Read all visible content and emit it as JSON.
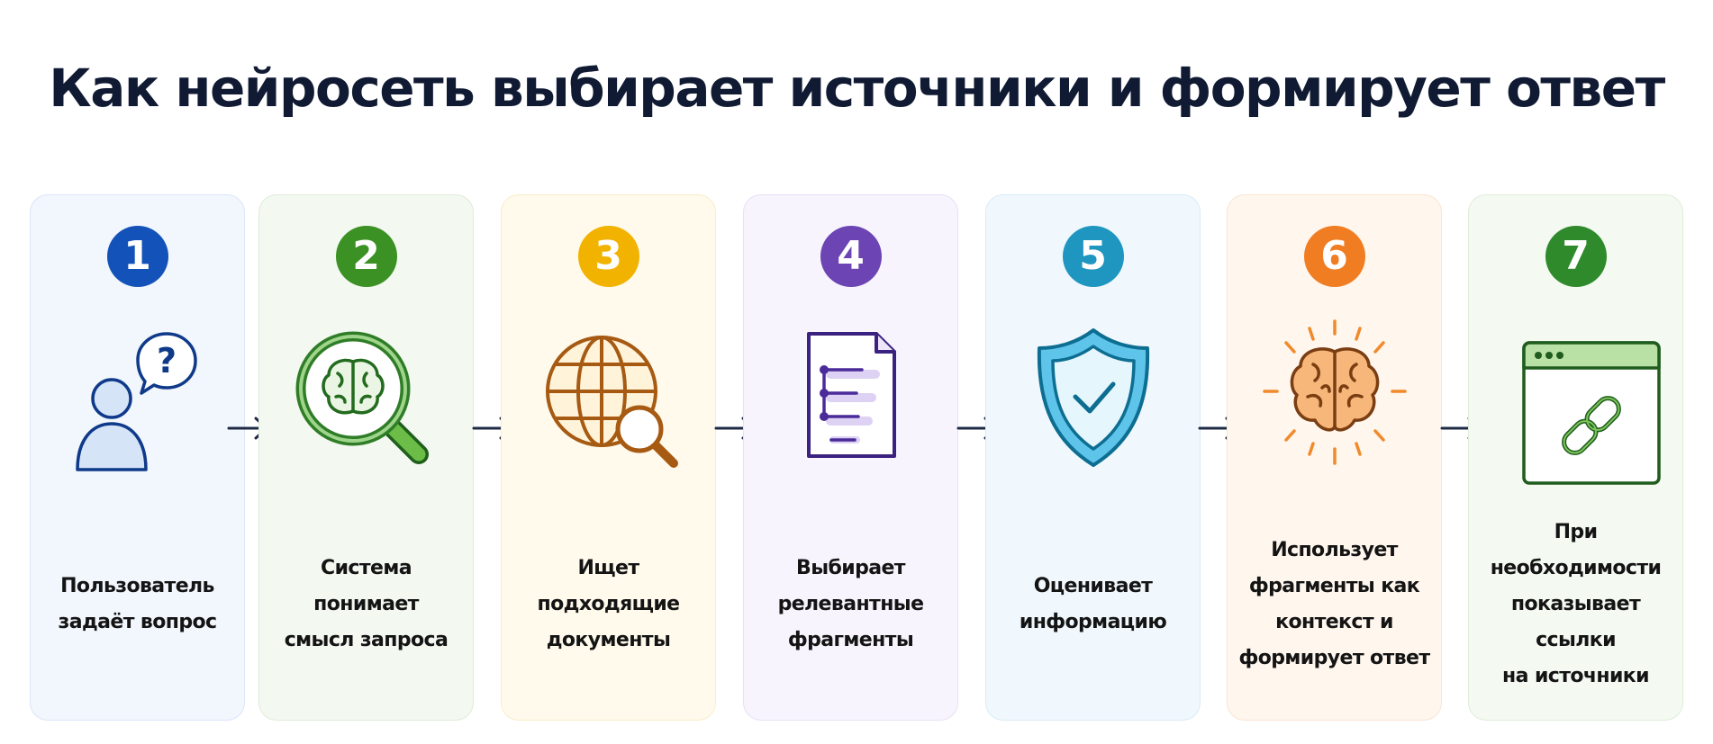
{
  "title": "Как нейросеть выбирает источники и формирует ответ",
  "steps": [
    {
      "number": "1",
      "lines": [
        "Пользователь",
        "задаёт вопрос"
      ],
      "icon": "user-question-icon",
      "color": "#1352b8",
      "card_bg": "#f2f6fd",
      "card_border": "#dbe6f7"
    },
    {
      "number": "2",
      "lines": [
        "Система понимает",
        "смысл запроса"
      ],
      "icon": "brain-magnifier-icon",
      "color": "#3b9123",
      "card_bg": "#f3f8f1",
      "card_border": "#dfecd9"
    },
    {
      "number": "3",
      "lines": [
        "Ищет подходящие",
        "документы"
      ],
      "icon": "globe-search-icon",
      "color": "#f2b200",
      "card_bg": "#fffaec",
      "card_border": "#f8ecc9"
    },
    {
      "number": "4",
      "lines": [
        "Выбирает",
        "релевантные",
        "фрагменты"
      ],
      "icon": "document-fragments-icon",
      "color": "#6c44b3",
      "card_bg": "#f7f4fd",
      "card_border": "#e7e0f5"
    },
    {
      "number": "5",
      "lines": [
        "Оценивает",
        "информацию"
      ],
      "icon": "shield-check-icon",
      "color": "#1e96c0",
      "card_bg": "#f0f8fd",
      "card_border": "#d8ebf6"
    },
    {
      "number": "6",
      "lines": [
        "Использует",
        "фрагменты как",
        "контекст и",
        "формирует ответ"
      ],
      "icon": "brain-glow-icon",
      "color": "#f07d22",
      "card_bg": "#fff6ee",
      "card_border": "#f8e5d4"
    },
    {
      "number": "7",
      "lines": [
        "При необходимости",
        "показывает ссылки",
        "на источники"
      ],
      "icon": "browser-link-icon",
      "color": "#2f8a2c",
      "card_bg": "#f4f9f2",
      "card_border": "#e0edd9"
    }
  ]
}
